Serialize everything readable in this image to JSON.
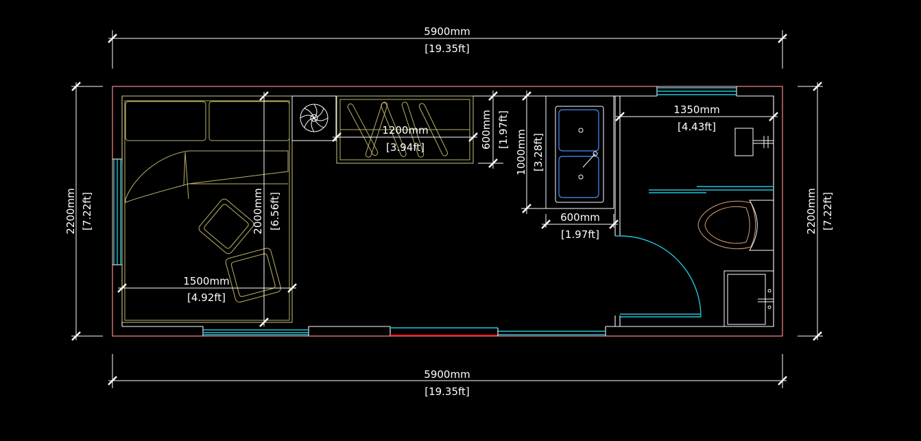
{
  "plan": {
    "overall_width": {
      "mm": "5900mm",
      "ft": "[19.35ft]"
    },
    "overall_width_bottom": {
      "mm": "5900mm",
      "ft": "[19.35ft]"
    },
    "overall_depth_left": {
      "mm": "2200mm",
      "ft": "[7.22ft]"
    },
    "overall_depth_right": {
      "mm": "2200mm",
      "ft": "[7.22ft]"
    },
    "bed_length": {
      "mm": "2000mm",
      "ft": "[6.56ft]"
    },
    "bed_width": {
      "mm": "1500mm",
      "ft": "[4.92ft]"
    },
    "wardrobe_width": {
      "mm": "1200mm",
      "ft": "[3.94ft]"
    },
    "wardrobe_depth": {
      "mm": "600mm",
      "ft": "[1.97ft]"
    },
    "kitchen_length": {
      "mm": "1000mm",
      "ft": "[3.28ft]"
    },
    "kitchen_depth": {
      "mm": "600mm",
      "ft": "[1.97ft]"
    },
    "bathroom_width": {
      "mm": "1350mm",
      "ft": "[4.43ft]"
    }
  },
  "colors": {
    "background": "#000000",
    "outer_wall": "#ff8a8a",
    "window": "#22c6d8",
    "furniture": "#c8c890",
    "sink": "#4a90ff",
    "toilet": "#e0a070"
  }
}
